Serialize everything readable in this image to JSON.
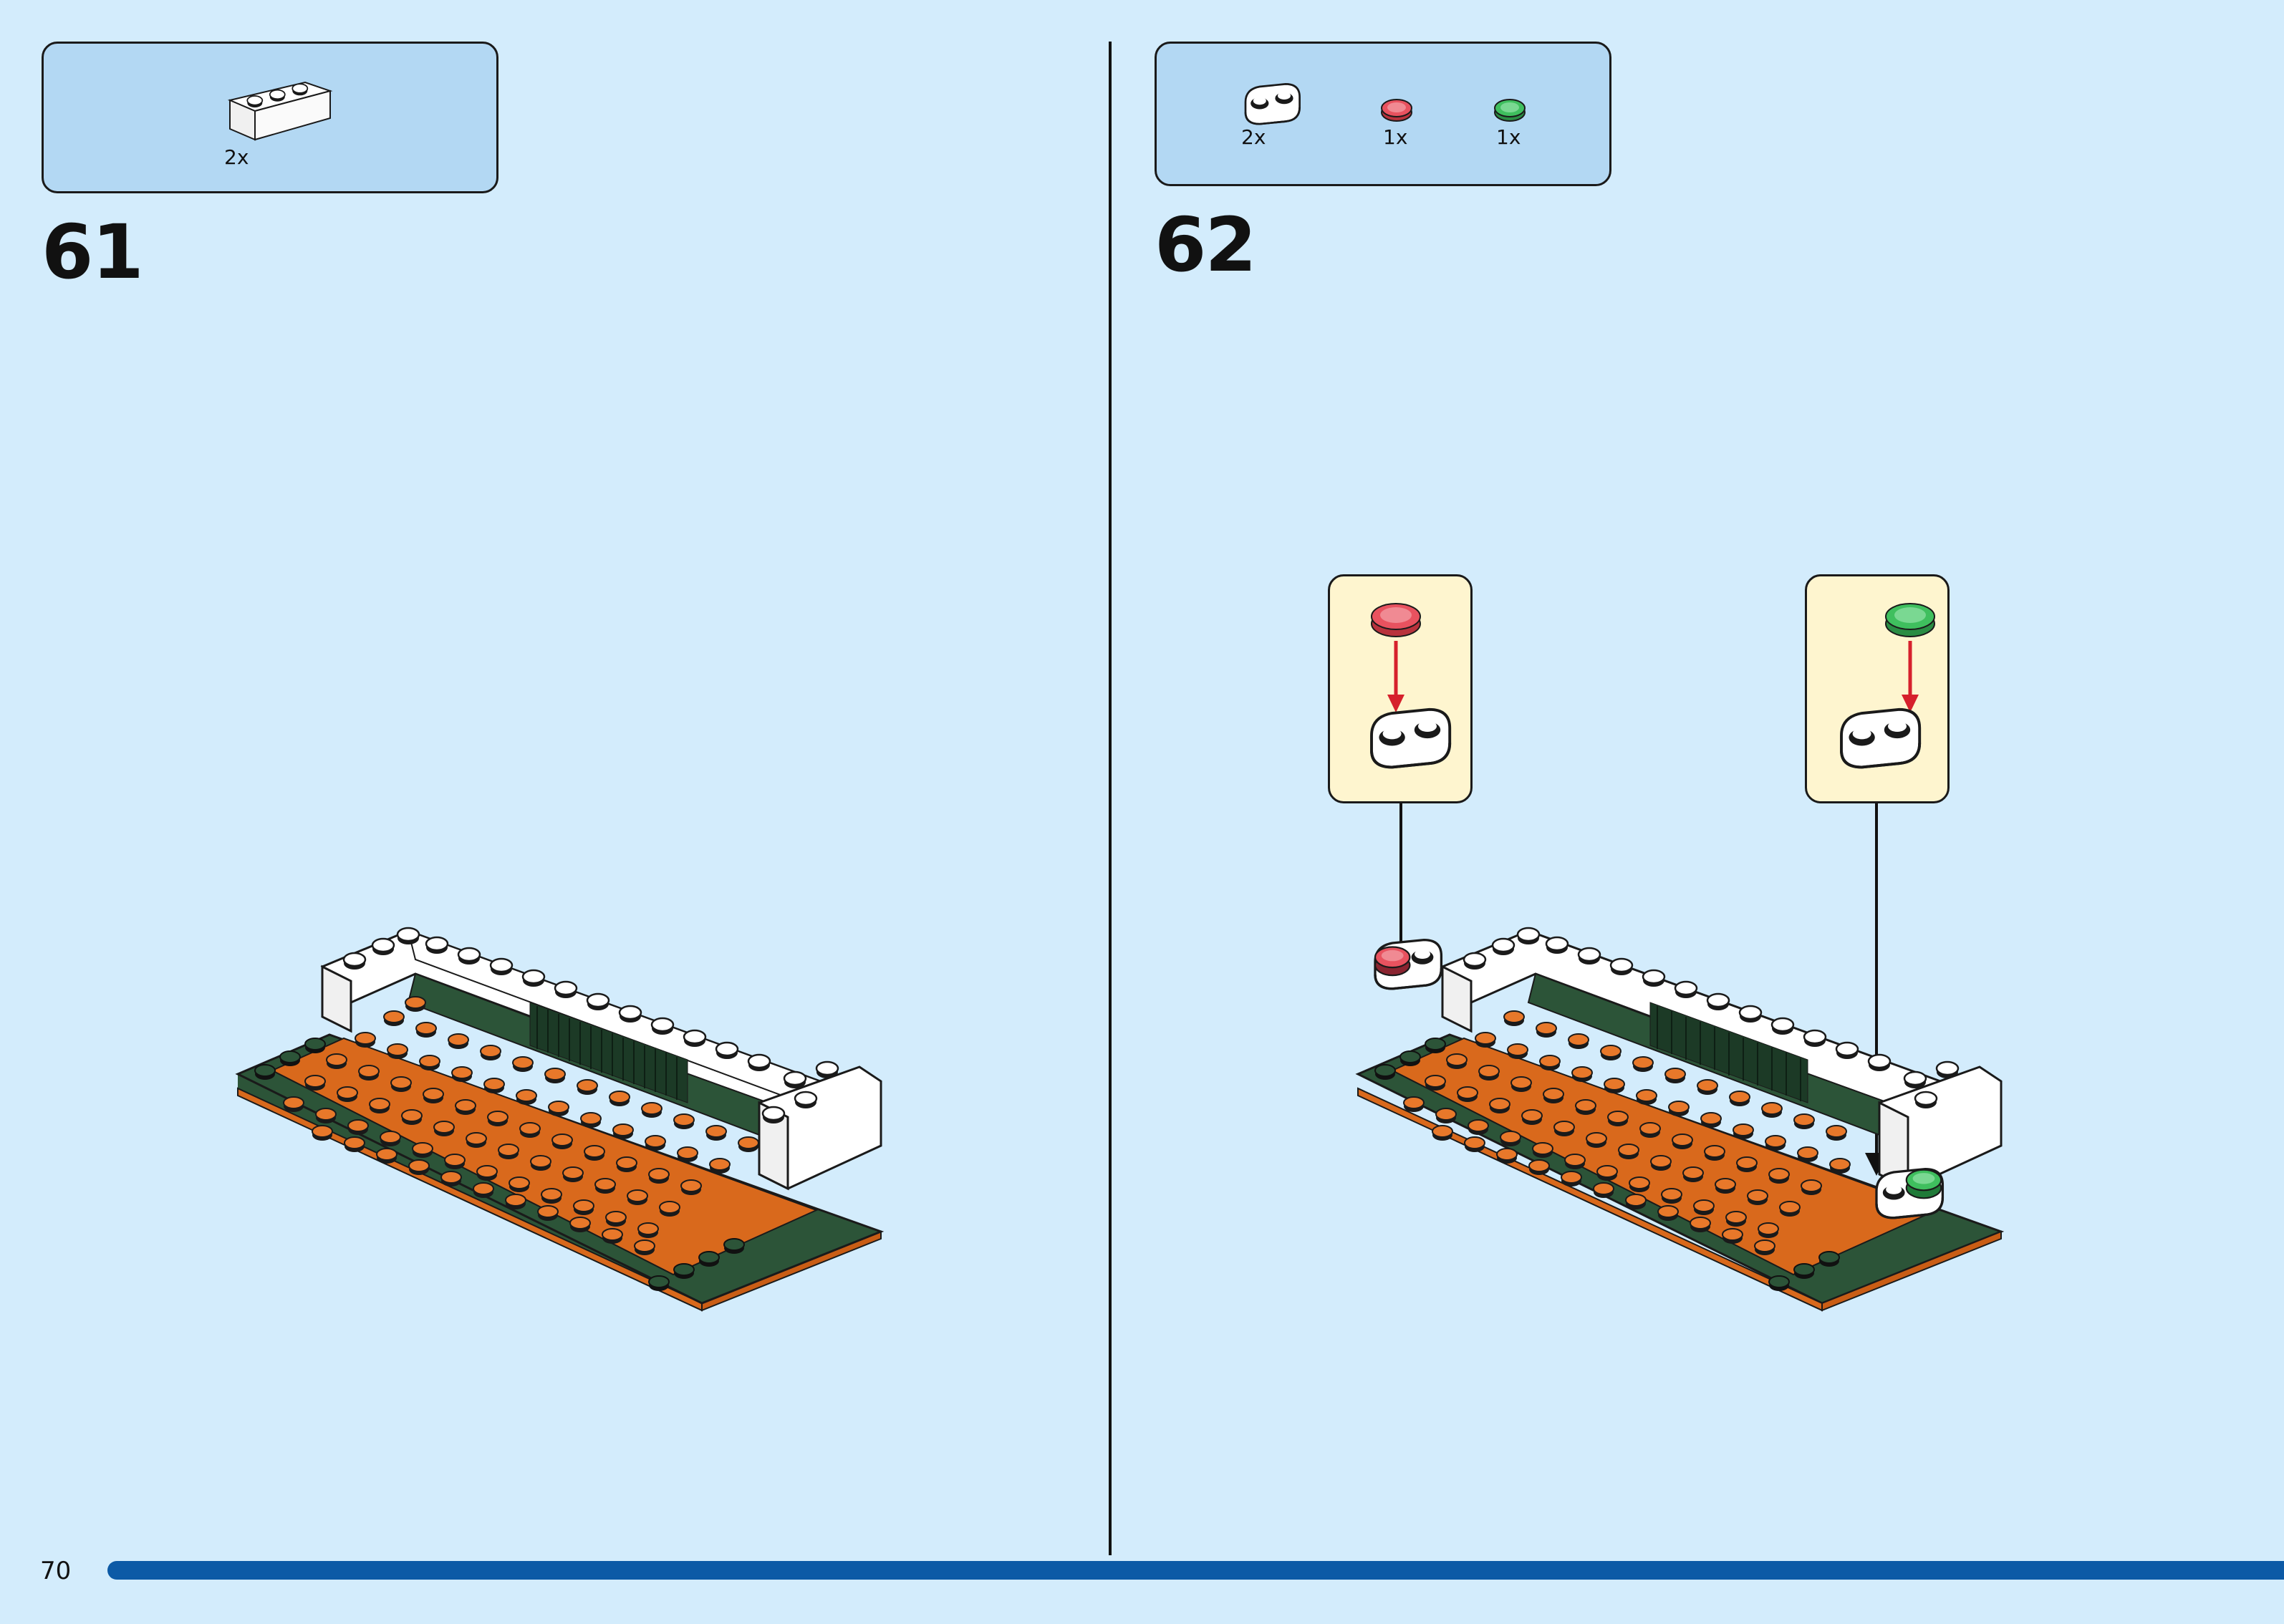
{
  "left_step": {
    "number": "61",
    "parts": [
      {
        "qty": "2x",
        "icon": "white-brick-1x3-icon"
      }
    ]
  },
  "right_step": {
    "number": "62",
    "parts": [
      {
        "qty": "2x",
        "icon": "white-plate-1x2-rounded-icon"
      },
      {
        "qty": "1x",
        "icon": "red-round-tile-icon"
      },
      {
        "qty": "1x",
        "icon": "green-round-tile-icon"
      }
    ],
    "callouts": [
      {
        "icon": "red-tile-on-white-plate-icon"
      },
      {
        "icon": "green-tile-on-white-plate-icon"
      }
    ]
  },
  "footer": {
    "page_number": "70"
  },
  "colors": {
    "background": "#d3ecfc",
    "parts_box": "#b3d8f3",
    "callout": "#fef5cf",
    "progress_bar": "#0c5aa6",
    "plate_orange": "#d9691c",
    "plate_dark_green": "#2c5438",
    "brick_white": "#ffffff",
    "tile_red": "#e8525f",
    "tile_green": "#3fbf5e",
    "arrow_red": "#d6202c"
  }
}
